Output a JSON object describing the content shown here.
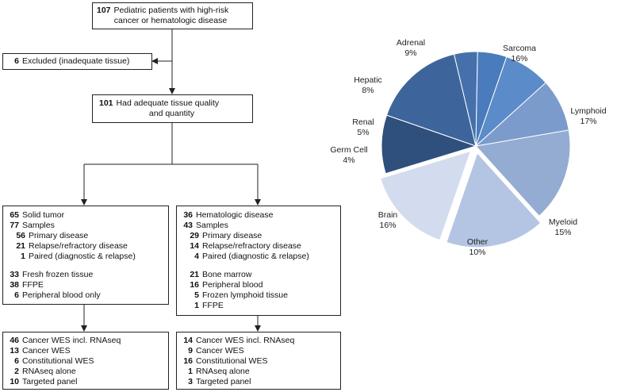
{
  "flowchart": {
    "top": {
      "lines": [
        {
          "num": "107",
          "text": "Pediatric patients with high-risk"
        },
        {
          "num": "",
          "text": "cancer or hematologic disease"
        }
      ]
    },
    "excluded": {
      "lines": [
        {
          "num": "6",
          "text": "Excluded (inadequate tissue)"
        }
      ]
    },
    "adequate": {
      "lines": [
        {
          "num": "101",
          "text": "Had adequate tissue quality"
        },
        {
          "num": "",
          "text": "and quantity"
        }
      ]
    },
    "solid": {
      "lines": [
        {
          "num": "65",
          "text": "Solid tumor",
          "indent": 0
        },
        {
          "num": "77",
          "text": "Samples",
          "indent": 0
        },
        {
          "num": "56",
          "text": "Primary disease",
          "indent": 1
        },
        {
          "num": "21",
          "text": "Relapse/refractory disease",
          "indent": 1
        },
        {
          "num": "1",
          "text": "Paired (diagnostic & relapse)",
          "indent": 1
        },
        {
          "gap": true
        },
        {
          "num": "33",
          "text": "Fresh frozen tissue",
          "indent": 0
        },
        {
          "num": "38",
          "text": "FFPE",
          "indent": 0
        },
        {
          "num": "6",
          "text": "Peripheral blood only",
          "indent": 0
        }
      ]
    },
    "heme": {
      "lines": [
        {
          "num": "36",
          "text": "Hematologic  disease",
          "indent": 0
        },
        {
          "num": "43",
          "text": "Samples",
          "indent": 0
        },
        {
          "num": "29",
          "text": "Primary disease",
          "indent": 1
        },
        {
          "num": "14",
          "text": "Relapse/refractory disease",
          "indent": 1
        },
        {
          "num": "4",
          "text": "Paired (diagnostic & relapse)",
          "indent": 1
        },
        {
          "gap": true
        },
        {
          "num": "21",
          "text": "Bone marrow",
          "indent": 1
        },
        {
          "num": "16",
          "text": "Peripheral blood",
          "indent": 1
        },
        {
          "num": "5",
          "text": "Frozen lymphoid tissue",
          "indent": 1
        },
        {
          "num": "1",
          "text": "FFPE",
          "indent": 1
        }
      ]
    },
    "solid_results": {
      "lines": [
        {
          "num": "46",
          "text": "Cancer WES incl. RNAseq",
          "indent": 0
        },
        {
          "num": "13",
          "text": "Cancer WES",
          "indent": 0
        },
        {
          "num": "6",
          "text": "Constitutional  WES",
          "indent": 0
        },
        {
          "num": "2",
          "text": "RNAseq alone",
          "indent": 0
        },
        {
          "num": "10",
          "text": "Targeted panel",
          "indent": 0
        }
      ]
    },
    "heme_results": {
      "lines": [
        {
          "num": "14",
          "text": "Cancer WES incl. RNAseq",
          "indent": 0
        },
        {
          "num": "9",
          "text": "Cancer WES",
          "indent": 0
        },
        {
          "num": "16",
          "text": "Constitutional  WES",
          "indent": 0
        },
        {
          "num": "1",
          "text": "RNAseq alone",
          "indent": 0
        },
        {
          "num": "3",
          "text": "Targeted panel",
          "indent": 0
        }
      ]
    }
  },
  "chart_data": {
    "type": "pie",
    "slices": [
      {
        "name": "Sarcoma",
        "value": 16,
        "label": "16%",
        "color": "#94acd2",
        "exploded": false
      },
      {
        "name": "Lymphoid",
        "value": 17,
        "label": "17%",
        "color": "#b3c5e2",
        "exploded": true
      },
      {
        "name": "Myeloid",
        "value": 15,
        "label": "15%",
        "color": "#d3dcee",
        "exploded": true
      },
      {
        "name": "Other",
        "value": 10,
        "label": "10%",
        "color": "#2f4f7c",
        "exploded": false
      },
      {
        "name": "Brain",
        "value": 16,
        "label": "16%",
        "color": "#3d659b",
        "exploded": false
      },
      {
        "name": "Germ Cell",
        "value": 4,
        "label": "4%",
        "color": "#4570ac",
        "exploded": false
      },
      {
        "name": "Renal",
        "value": 5,
        "label": "5%",
        "color": "#4a7bbc",
        "exploded": false
      },
      {
        "name": "Hepatic",
        "value": 8,
        "label": "8%",
        "color": "#5b8bc8",
        "exploded": false
      },
      {
        "name": "Adrenal",
        "value": 9,
        "label": "9%",
        "color": "#7b9bcc",
        "exploded": false
      }
    ]
  }
}
